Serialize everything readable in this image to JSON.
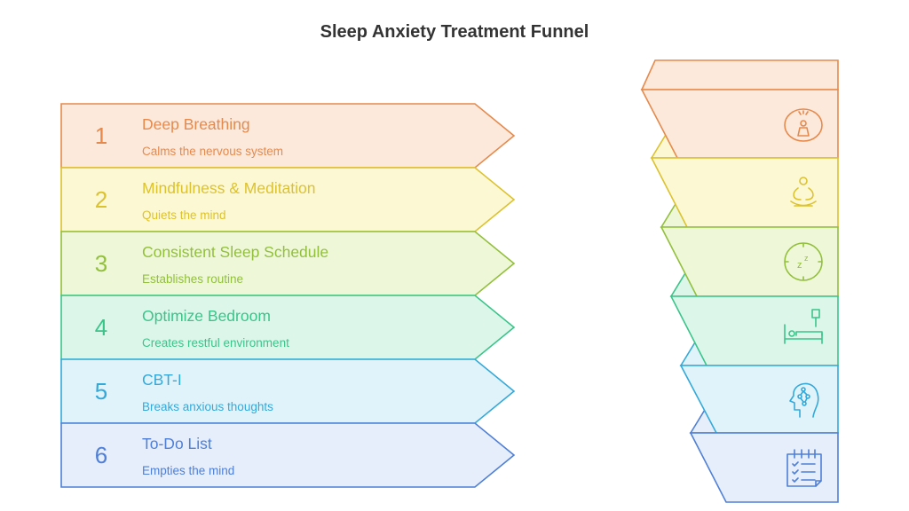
{
  "title": "Sleep Anxiety Treatment Funnel",
  "steps": [
    {
      "number": "1",
      "label": "Deep Breathing",
      "description": "Calms the nervous system",
      "color": "#e58a4c",
      "fill": "#fde9dc",
      "icon": "meditating-head-icon"
    },
    {
      "number": "2",
      "label": "Mindfulness & Meditation",
      "description": "Quiets the mind",
      "color": "#dcc22e",
      "fill": "#fdf8d4",
      "icon": "lotus-pose-icon"
    },
    {
      "number": "3",
      "label": "Consistent Sleep Schedule",
      "description": "Establishes routine",
      "color": "#92bf3c",
      "fill": "#eef8d8",
      "icon": "sleep-clock-icon"
    },
    {
      "number": "4",
      "label": "Optimize Bedroom",
      "description": "Creates restful environment",
      "color": "#3bc48a",
      "fill": "#dcf7ea",
      "icon": "bed-lamp-icon"
    },
    {
      "number": "5",
      "label": "CBT-I",
      "description": "Breaks anxious thoughts",
      "color": "#34a9d9",
      "fill": "#e0f3fb",
      "icon": "brain-head-icon"
    },
    {
      "number": "6",
      "label": "To-Do List",
      "description": "Empties the mind",
      "color": "#4f7fd6",
      "fill": "#e6eefb",
      "icon": "checklist-icon"
    }
  ]
}
